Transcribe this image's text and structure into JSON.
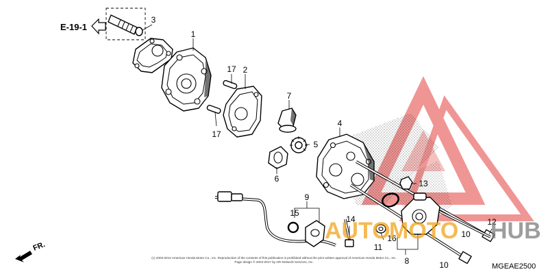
{
  "reference": {
    "label": "E-19-1"
  },
  "front_marker": {
    "label": "FR."
  },
  "diagram_code": "MGEAE2500",
  "copyright": {
    "line1": "(c) 2003-2014 American Honda Motor Co., Inc. Reproduction of the contents of this publication is prohibited without the prior written approval of American Honda Motor Co., Inc.",
    "line2": "Page design © 2004-2017 by ARI Network Services, Inc."
  },
  "watermark": {
    "word_a": "AUTO",
    "word_b": "MOTO",
    "word_c": "HUB",
    "colors": {
      "red": "#e3403d",
      "orange": "#f2a31b",
      "gray": "#7d7d7d"
    }
  },
  "callouts": [
    "1",
    "2",
    "3",
    "4",
    "5",
    "6",
    "7",
    "8",
    "9",
    "10",
    "10",
    "11",
    "12",
    "13",
    "14",
    "15",
    "16",
    "17",
    "17"
  ]
}
